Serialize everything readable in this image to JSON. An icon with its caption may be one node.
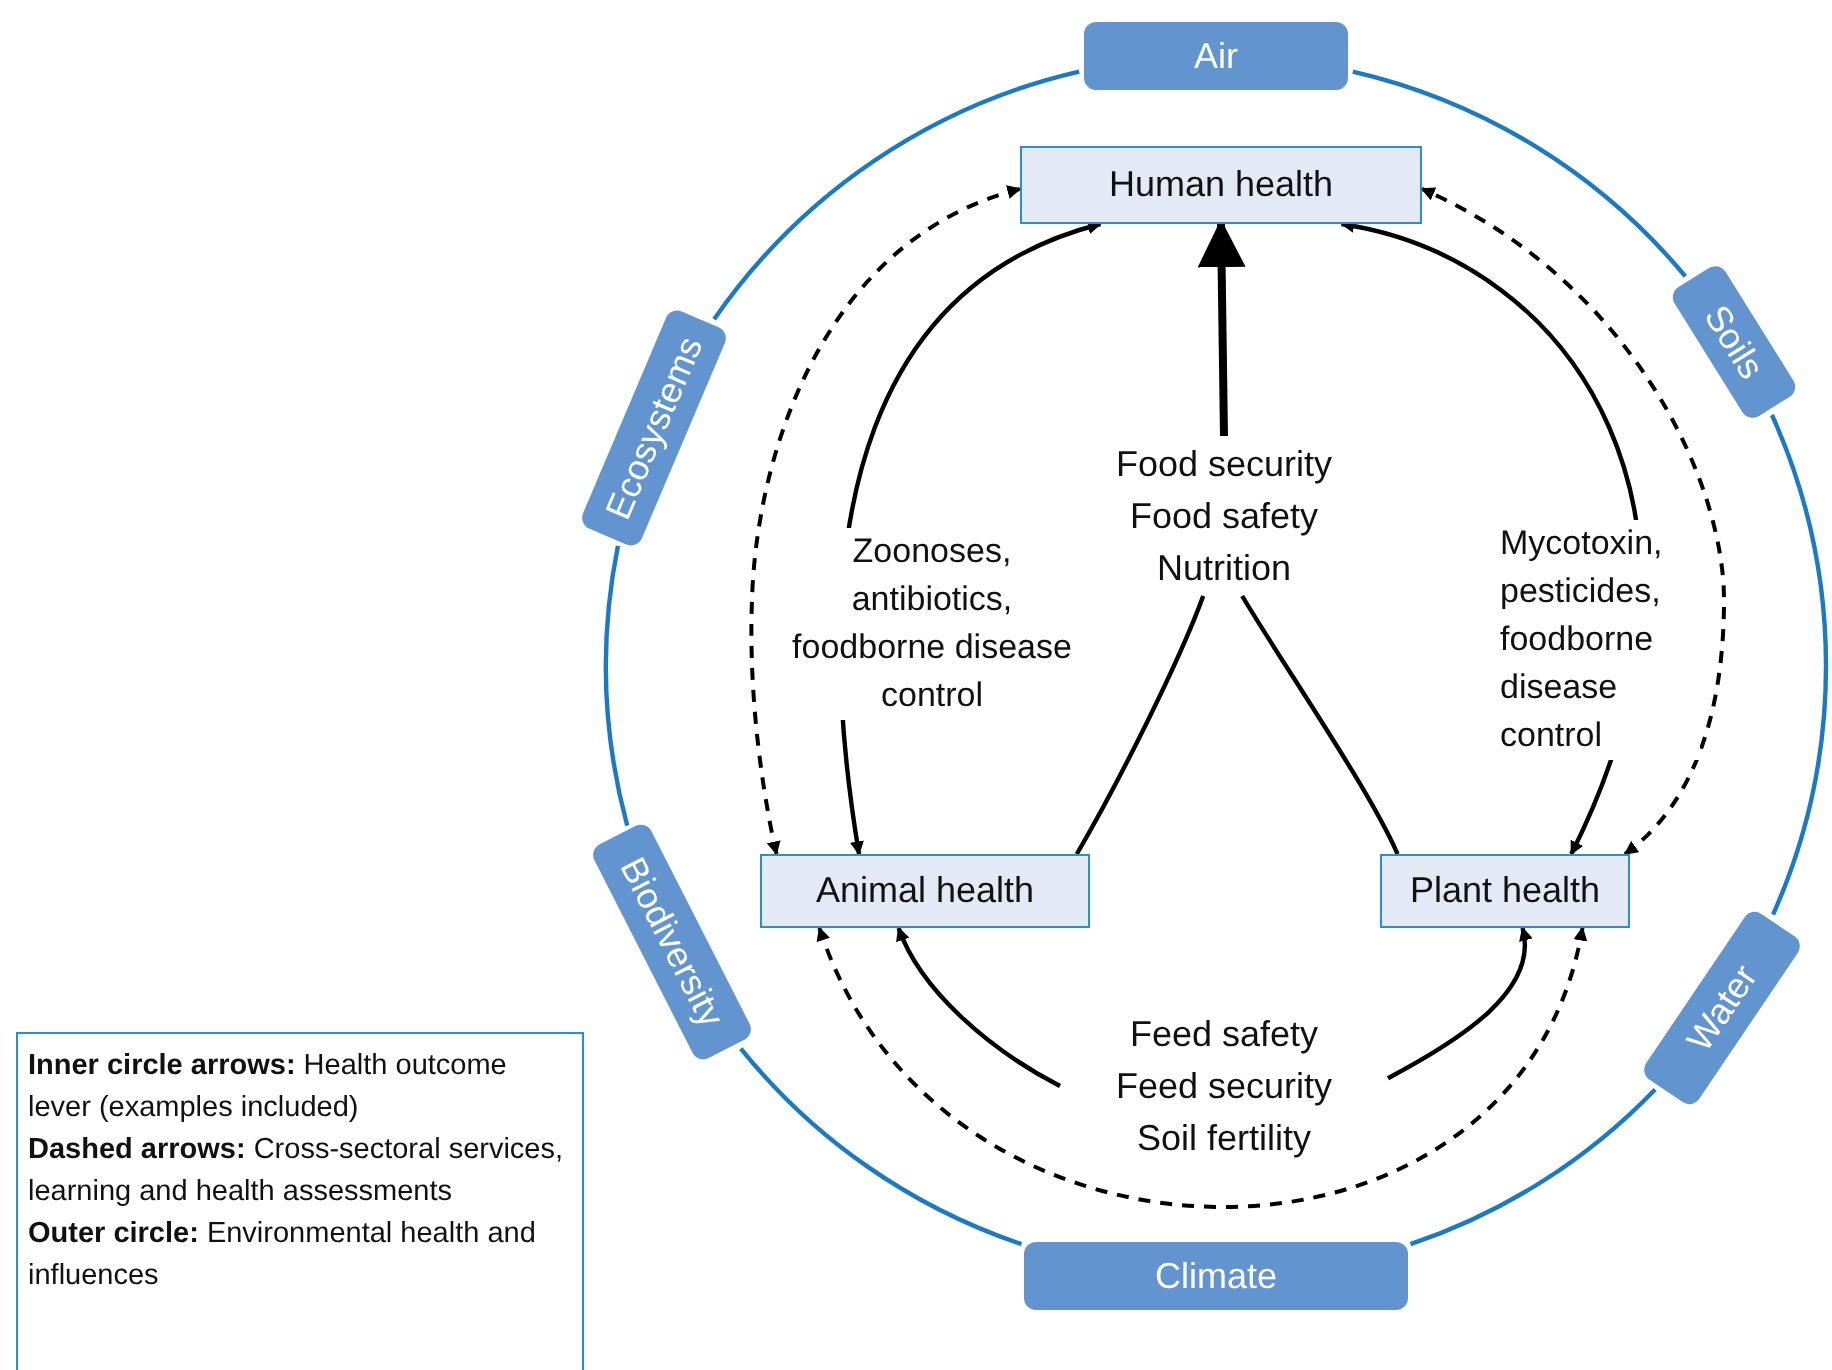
{
  "diagram": {
    "nodes": [
      {
        "text": [
          "Air"
        ]
      },
      {
        "text": [
          "Human health"
        ]
      },
      {
        "text": [
          "Ecosystems"
        ]
      },
      {
        "text": [
          "Soils"
        ]
      },
      {
        "text": [
          "Food security",
          "Food safety",
          "Nutrition"
        ]
      },
      {
        "text": [
          "Animal health"
        ]
      },
      {
        "text": [
          "Plant health"
        ]
      },
      {
        "text": [
          "Biodiversity"
        ]
      },
      {
        "text": [
          "Water"
        ]
      },
      {
        "text": [
          "Feed safety",
          "Feed security",
          "Soil fertility"
        ]
      },
      {
        "text": [
          "Climate"
        ]
      }
    ],
    "edges": [
      {
        "from": 0,
        "to": 3,
        "arrow": "none",
        "color": "#1a7ac4"
      },
      {
        "from": 3,
        "to": 8,
        "arrow": "none",
        "color": "#1a7ac4"
      },
      {
        "from": 8,
        "to": 10,
        "arrow": "none",
        "color": "#1a7ac4"
      },
      {
        "from": 10,
        "to": 7,
        "arrow": "none",
        "color": "#1a7ac4"
      },
      {
        "from": 7,
        "to": 2,
        "arrow": "none",
        "color": "#1a7ac4"
      },
      {
        "from": 2,
        "to": 0,
        "arrow": "none",
        "color": "#1a7ac4"
      },
      {
        "from": 5,
        "to": 1,
        "arrow": "both",
        "label": "Zoonoses, antibiotics, foodborne disease control"
      },
      {
        "from": 5,
        "to": 1,
        "arrow": "both",
        "style": "dashed"
      },
      {
        "from": 6,
        "to": 1,
        "arrow": "both",
        "label": "Mycotoxin, pesticides, foodborne disease control"
      },
      {
        "from": 6,
        "to": 1,
        "arrow": "both",
        "style": "dashed"
      },
      {
        "from": 5,
        "to": 6,
        "arrow": "both",
        "style": "dashed"
      },
      {
        "from": 9,
        "to": 5,
        "arrow": "to"
      },
      {
        "from": 9,
        "to": 6,
        "arrow": "to"
      },
      {
        "from": 5,
        "to": 4,
        "arrow": "none"
      },
      {
        "from": 6,
        "to": 4,
        "arrow": "none"
      },
      {
        "from": 4,
        "to": 1,
        "arrow": "to",
        "style": "thick"
      }
    ],
    "labels": [
      "**Inner circle arrows:** Health outcome lever (examples included)",
      "**Dashed arrows:** Cross-sectoral services, learning and health assessments",
      "**Outer circle:** Environmental health and influences"
    ]
  }
}
